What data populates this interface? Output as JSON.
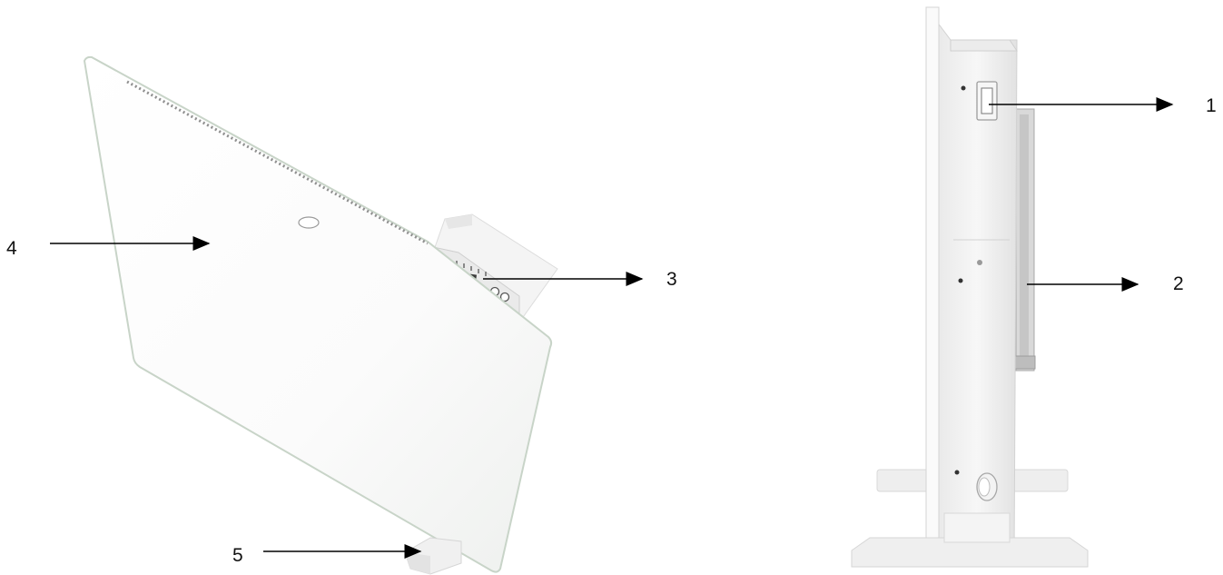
{
  "callouts": [
    {
      "id": "1",
      "label": "1",
      "name": "power-switch"
    },
    {
      "id": "2",
      "label": "2",
      "name": "wall-mount-bracket"
    },
    {
      "id": "3",
      "label": "3",
      "name": "control-panel"
    },
    {
      "id": "4",
      "label": "4",
      "name": "glass-front-panel"
    },
    {
      "id": "5",
      "label": "5",
      "name": "feet"
    }
  ],
  "colors": {
    "line": "#000000",
    "panel": "#ffffff",
    "edge": "#cfd6cf",
    "body": "#f2f2f2"
  }
}
